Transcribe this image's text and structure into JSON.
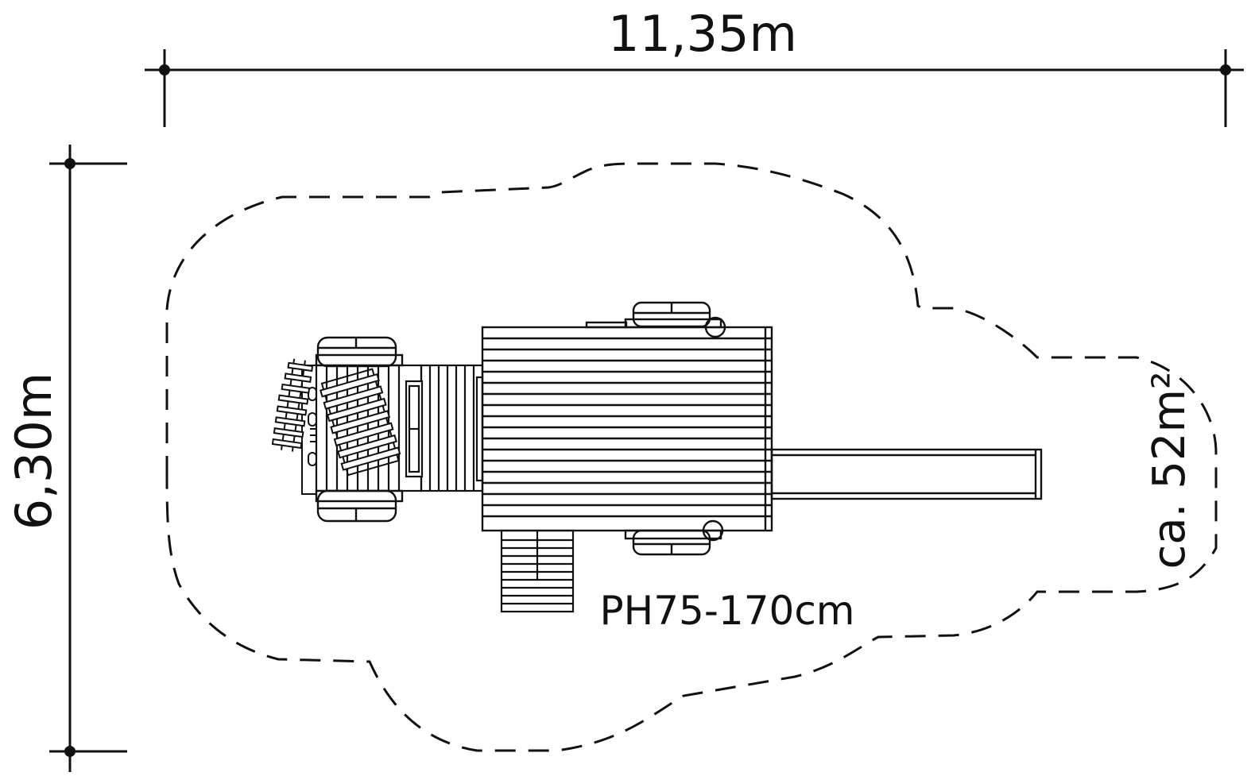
{
  "dimensions": {
    "width_label": "11,35m",
    "depth_label": "6,30m"
  },
  "labels": {
    "platform_height": "PH75-170cm",
    "safety_area": "ca. 52m²"
  },
  "colors": {
    "line": "#111111",
    "background": "#ffffff"
  }
}
